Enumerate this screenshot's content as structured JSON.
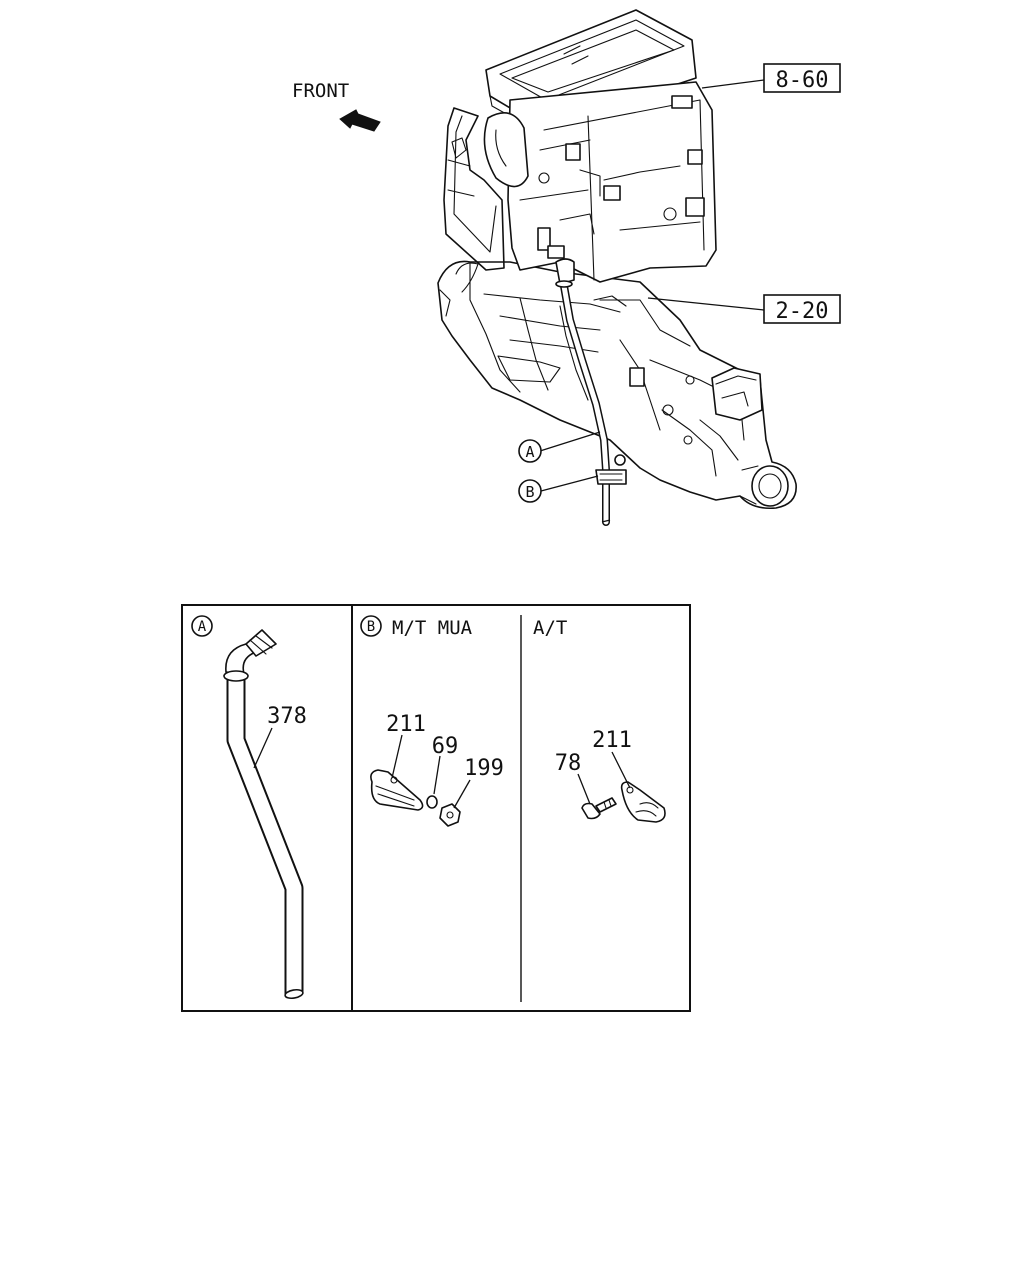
{
  "direction": {
    "label": "FRONT"
  },
  "refs": {
    "heater_unit": "8-60",
    "transmission": "2-20"
  },
  "callouts": {
    "a": "A",
    "b": "B"
  },
  "detail": {
    "panel_a": {
      "badge": "A",
      "part_pipe": "378"
    },
    "panel_b": {
      "badge": "B",
      "mt": {
        "label": "M/T MUA",
        "part_clip": "211",
        "part_washer": "69",
        "part_nut": "199"
      },
      "at": {
        "label": "A/T",
        "part_bolt": "78",
        "part_clip": "211"
      }
    }
  }
}
